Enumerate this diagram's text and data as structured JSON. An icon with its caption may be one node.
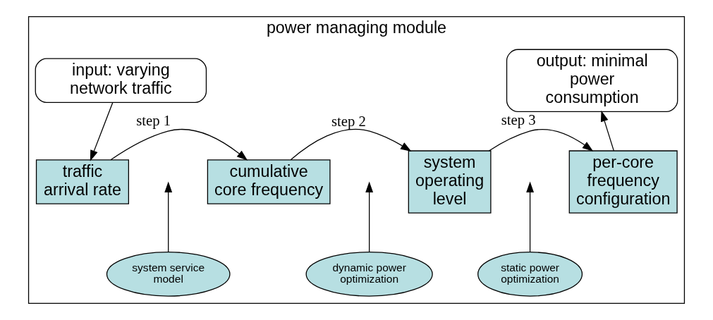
{
  "diagram": {
    "nodes": [
      {
        "text": [
          "power managing module"
        ]
      },
      {
        "text": [
          "input: varying network traffic"
        ],
        "in": 0
      },
      {
        "text": [
          "output: minimal power consumption"
        ],
        "in": 0
      },
      {
        "text": [
          "traffic arrival rate"
        ],
        "in": 0
      },
      {
        "text": [
          "cumulative core frequency"
        ],
        "in": 0
      },
      {
        "text": [
          "system operating level"
        ],
        "in": 0
      },
      {
        "text": [
          "per-core frequency configuration"
        ],
        "in": 0
      },
      {
        "text": [
          "system service model"
        ],
        "in": 0
      },
      {
        "text": [
          "dynamic power optimization"
        ],
        "in": 0
      },
      {
        "text": [
          "static power optimization"
        ],
        "in": 0
      }
    ],
    "edges": [
      {
        "from": 1,
        "to": 3,
        "arrow": "to"
      },
      {
        "from": 3,
        "to": 4,
        "arrow": "to",
        "label": "step 1"
      },
      {
        "from": 4,
        "to": 5,
        "arrow": "to",
        "label": "step 2"
      },
      {
        "from": 5,
        "to": 6,
        "arrow": "to",
        "label": "step 3"
      },
      {
        "from": 6,
        "to": 2,
        "arrow": "to"
      },
      {
        "from": 7,
        "to": null,
        "arrow": "to"
      },
      {
        "from": 8,
        "to": null,
        "arrow": "to"
      },
      {
        "from": 9,
        "to": null,
        "arrow": "to"
      }
    ]
  }
}
